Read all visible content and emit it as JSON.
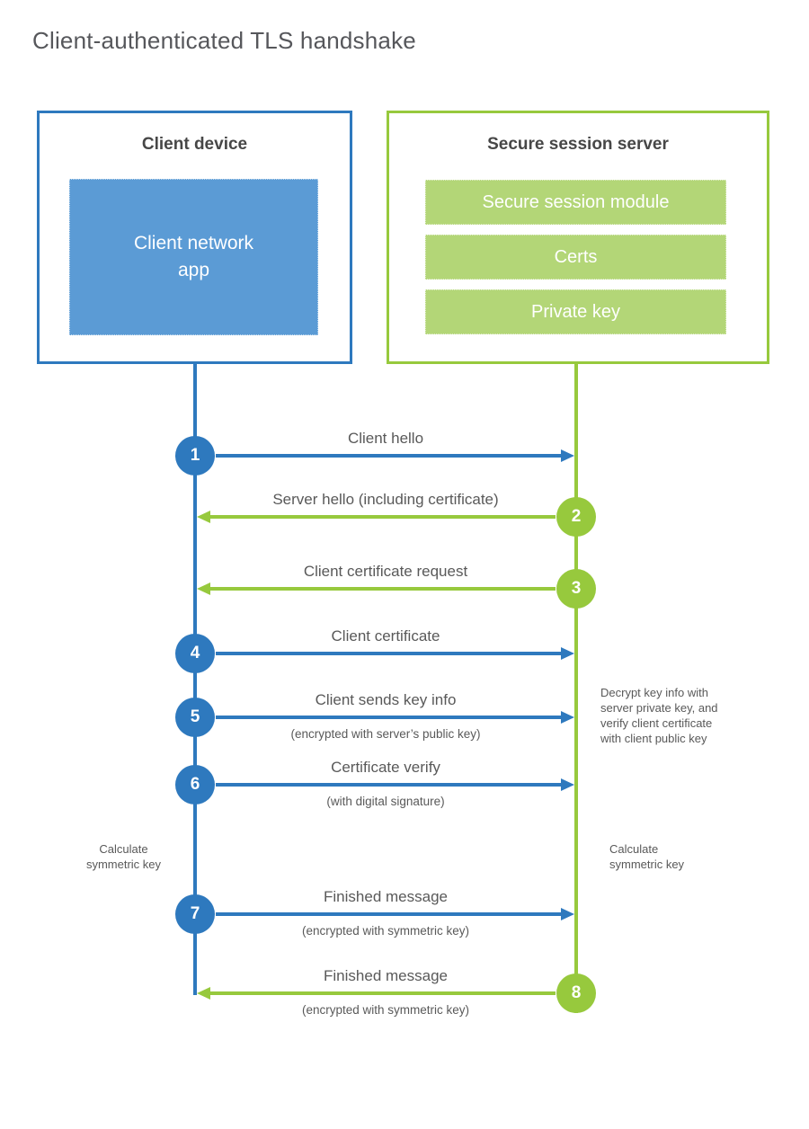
{
  "page": {
    "title": "Client-authenticated TLS handshake"
  },
  "colors": {
    "blue": "#2e79be",
    "blue_fill": "#5b9bd5",
    "green": "#97c93d",
    "green_fill": "#b3d677"
  },
  "client": {
    "title": "Client device",
    "app_label": "Client network\napp"
  },
  "server": {
    "title": "Secure session server",
    "modules": [
      {
        "label": "Secure session module"
      },
      {
        "label": "Certs"
      },
      {
        "label": "Private key"
      }
    ]
  },
  "steps": [
    {
      "num": "1",
      "label": "Client hello",
      "sub": ""
    },
    {
      "num": "2",
      "label": "Server hello (including certificate)",
      "sub": ""
    },
    {
      "num": "3",
      "label": "Client certificate request",
      "sub": ""
    },
    {
      "num": "4",
      "label": "Client certificate",
      "sub": ""
    },
    {
      "num": "5",
      "label": "Client sends key info",
      "sub": "(encrypted with server’s public key)"
    },
    {
      "num": "6",
      "label": "Certificate verify",
      "sub": "(with digital signature)"
    },
    {
      "num": "7",
      "label": "Finished message",
      "sub": "(encrypted with symmetric key)"
    },
    {
      "num": "8",
      "label": "Finished message",
      "sub": "(encrypted with symmetric key)"
    }
  ],
  "annotations": {
    "decrypt_note": "Decrypt key info with\nserver private key, and\nverify client certificate\nwith client public key",
    "calc_left": "Calculate\nsymmetric key",
    "calc_right": "Calculate\nsymmetric key"
  }
}
